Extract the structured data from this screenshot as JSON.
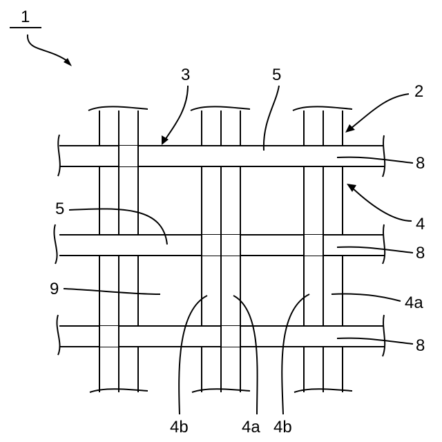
{
  "labels": {
    "fabric": "1",
    "warp_yarn": "2",
    "weft_yarn": "3",
    "strand": "4",
    "overlap_top": "5",
    "overlap_left": "5",
    "edge_1": "8",
    "edge_2": "8",
    "edge_3": "8",
    "opening": "9",
    "strand_a_right": "4a",
    "strand_b_1": "4b",
    "strand_a_bottom": "4a",
    "strand_b_2": "4b"
  }
}
